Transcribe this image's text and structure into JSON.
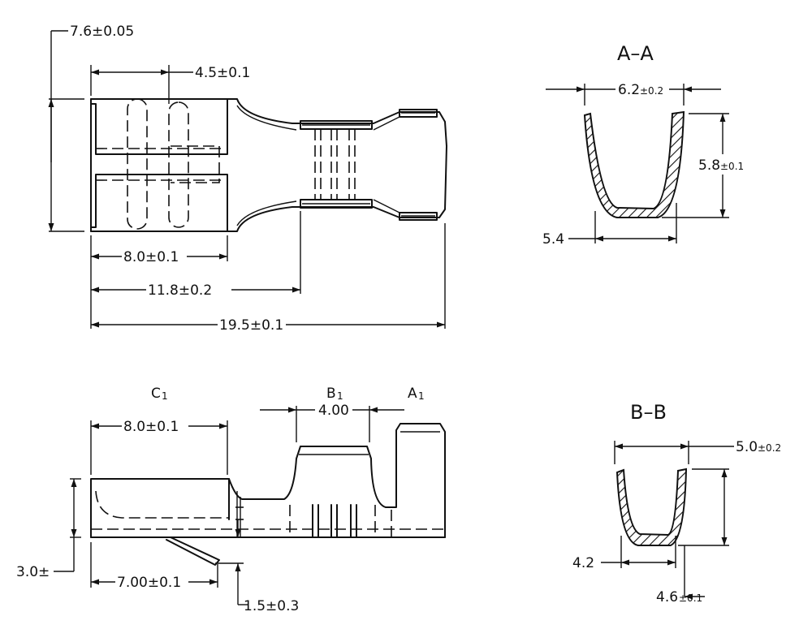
{
  "top_view": {
    "dim_width": "7.6±0.05",
    "dim_slot": "4.5±0.1",
    "dim_receptacle": "8.0±0.1",
    "dim_to_crimp": "11.8±0.2",
    "dim_total": "19.5±0.1"
  },
  "section_aa": {
    "title": "A–A",
    "width_val": "6.2",
    "width_tol": "±0.2",
    "height_val": "5.8",
    "height_tol": "±0.1",
    "inner": "5.4"
  },
  "side_view": {
    "label_c": "C",
    "label_c_sub": "1",
    "label_b": "B",
    "label_b_sub": "1",
    "label_a": "A",
    "label_a_sub": "1",
    "dim_barrel": "4.00",
    "dim_receptacle": "8.0±0.1",
    "dim_height": "3.0±",
    "dim_tab": "7.00±0.1",
    "dim_offset": "1.5±0.3"
  },
  "section_bb": {
    "title": "B–B",
    "width_val": "5.0",
    "width_tol": "±0.2",
    "inner": "4.2",
    "bottom_val": "4.6",
    "bottom_tol": "±0.1"
  }
}
